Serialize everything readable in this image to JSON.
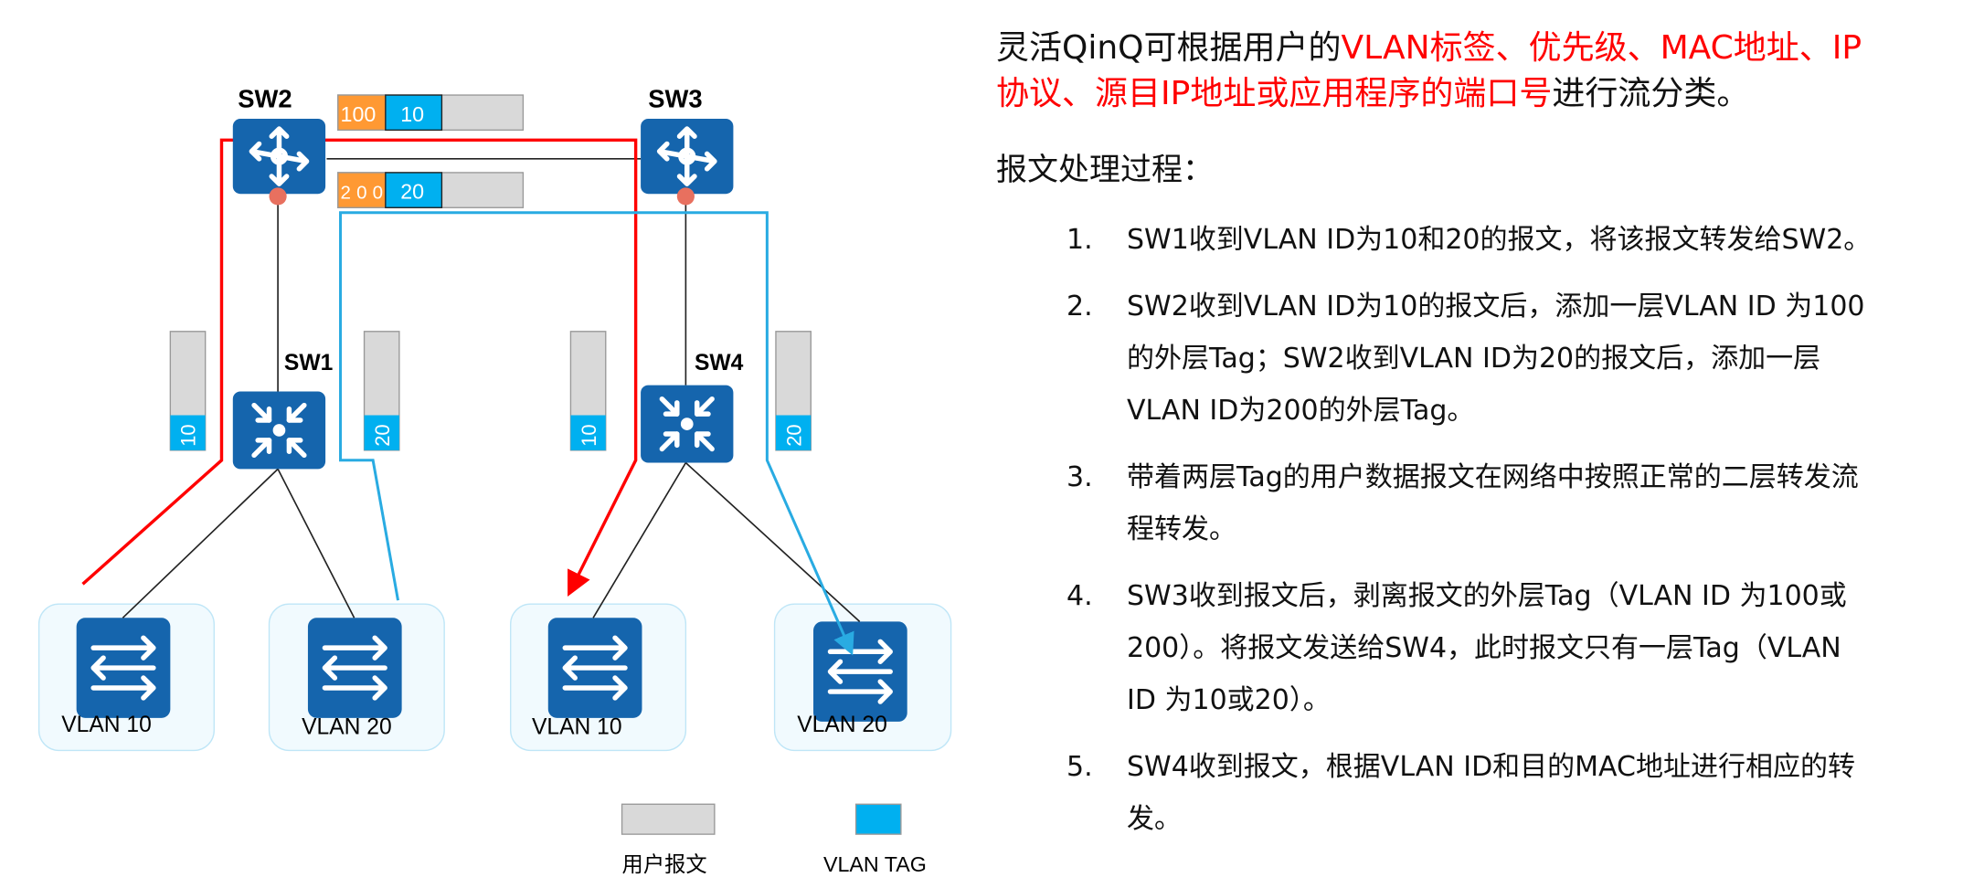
{
  "diagram": {
    "switches": {
      "sw1": "SW1",
      "sw2": "SW2",
      "sw3": "SW3",
      "sw4": "SW4"
    },
    "outer_tags": {
      "top": {
        "outer": "100",
        "inner": "10"
      },
      "bottom": {
        "outer": "200",
        "inner": "20"
      }
    },
    "side_tags": [
      "10",
      "20",
      "10",
      "20"
    ],
    "vlans": [
      "VLAN 10",
      "VLAN 20",
      "VLAN 10",
      "VLAN 20"
    ],
    "legend": {
      "user_packet": "用户报文",
      "vlan_tag": "VLAN TAG"
    },
    "colors": {
      "device": "#1565ad",
      "vlan_tag": "#00b0f0",
      "outer_tag": "#ff9933",
      "packet": "#d9d9d9",
      "path_vlan10": "#ff0000",
      "path_vlan20": "#29abe2",
      "port_dot": "#e8705f"
    }
  },
  "intro": {
    "line1": [
      {
        "text": "灵活QinQ可根据用户的",
        "red": false
      },
      {
        "text": "VLAN标签、优先级、MAC地址、IP",
        "red": true
      }
    ],
    "line2": [
      {
        "text": "协议、源目IP地址或应用程序的端口号",
        "red": true
      },
      {
        "text": "进行流分类。",
        "red": false
      }
    ]
  },
  "heading": "报文处理过程：",
  "steps": [
    {
      "num": "1.",
      "lines": [
        "SW1收到VLAN ID为10和20的报文，将该报文转发给SW2。"
      ]
    },
    {
      "num": "2.",
      "lines": [
        "SW2收到VLAN ID为10的报文后，添加一层VLAN ID 为100",
        "的外层Tag；SW2收到VLAN ID为20的报文后，添加一层",
        "VLAN ID为200的外层Tag。"
      ]
    },
    {
      "num": "3.",
      "lines": [
        "带着两层Tag的用户数据报文在网络中按照正常的二层转发流",
        "程转发。"
      ]
    },
    {
      "num": "4.",
      "lines": [
        "SW3收到报文后，剥离报文的外层Tag（VLAN ID 为100或",
        "200）。将报文发送给SW4，此时报文只有一层Tag（VLAN",
        "ID 为10或20）。"
      ]
    },
    {
      "num": "5.",
      "lines": [
        "SW4收到报文，根据VLAN ID和目的MAC地址进行相应的转",
        "发。"
      ]
    }
  ]
}
